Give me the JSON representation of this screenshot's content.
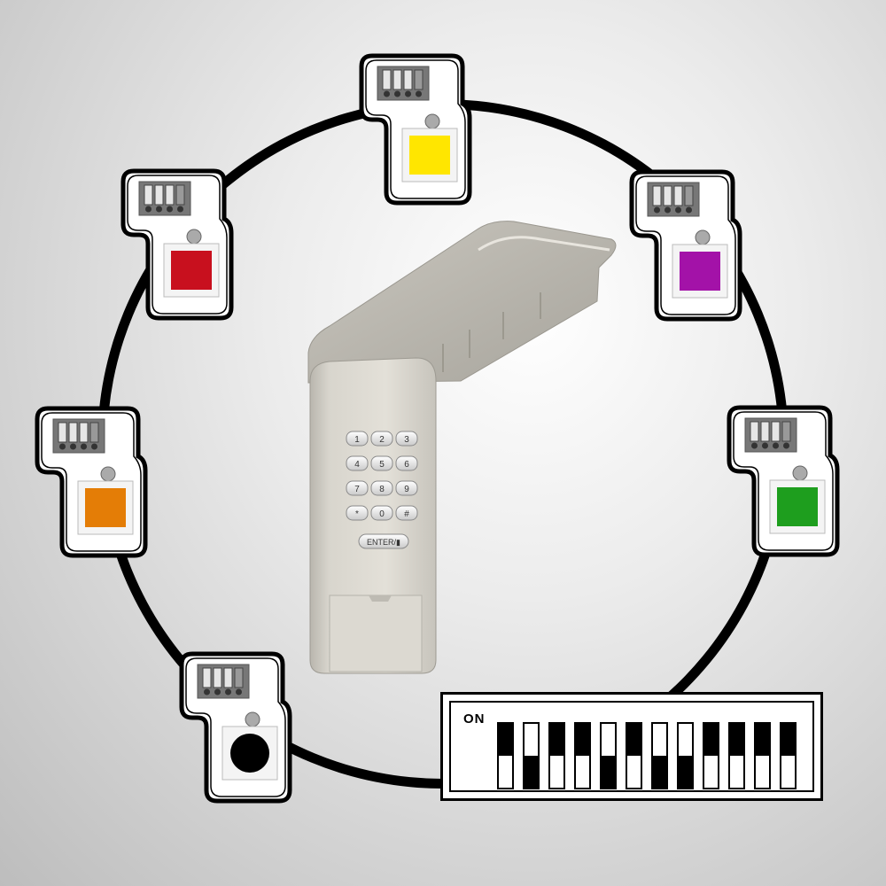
{
  "dip_switch": {
    "label": "ON",
    "positions": [
      "on",
      "off",
      "on",
      "on",
      "off",
      "on",
      "off",
      "off",
      "on",
      "on",
      "on",
      "on"
    ]
  },
  "keypad": {
    "keys": [
      "1",
      "2",
      "3",
      "4",
      "5",
      "6",
      "7",
      "8",
      "9",
      "*",
      "0",
      "#"
    ],
    "enter_label": "ENTER/▮"
  },
  "badges": [
    {
      "name": "badge-yellow",
      "color": "#ffe600",
      "shape": "square"
    },
    {
      "name": "badge-purple",
      "color": "#a312a8",
      "shape": "square"
    },
    {
      "name": "badge-green",
      "color": "#1e9e1e",
      "shape": "square"
    },
    {
      "name": "badge-red",
      "color": "#c8101e",
      "shape": "square"
    },
    {
      "name": "badge-orange",
      "color": "#e47d06",
      "shape": "square"
    },
    {
      "name": "badge-black",
      "color": "#000000",
      "shape": "circle"
    }
  ]
}
